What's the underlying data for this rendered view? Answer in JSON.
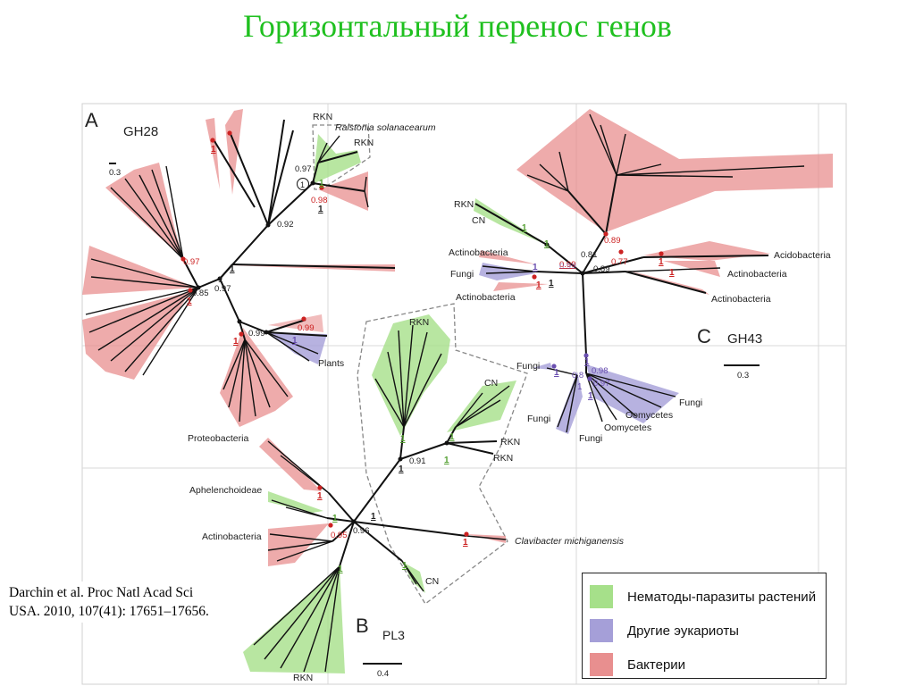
{
  "slide": {
    "title": "Горизонтальный перенос генов",
    "citation_line1": "Darchin et al. Proc Natl Acad Sci",
    "citation_line2": "USA. 2010, 107(41): 17651–17656."
  },
  "panels": {
    "a": {
      "letter": "A",
      "name": "GH28",
      "scale": "0.3"
    },
    "b": {
      "letter": "B",
      "name": "PL3",
      "scale": "0.4"
    },
    "c": {
      "letter": "C",
      "name": "GH43",
      "scale": "0.3"
    }
  },
  "labels": {
    "rkn": "RKN",
    "cn": "CN",
    "ralstonia": "Ralstonia solanacearum",
    "clavibacter": "Clavibacter michiganensis",
    "plants": "Plants",
    "proteobacteria": "Proteobacteria",
    "aphelenchoideae": "Aphelenchoideae",
    "actinobacteria": "Actinobacteria",
    "acidobacteria": "Acidobacteria",
    "fungi": "Fungi",
    "oomycetes": "Oomycetes"
  },
  "support_values": {
    "a_097_top": "0.97",
    "a_098": "0.98",
    "a_092": "0.92",
    "a_097_left": "0.97",
    "a_097_mid": "0.97",
    "a_085": "0.85",
    "a_099_black": "0.99",
    "a_099_red": "0.99",
    "a_1_circled": "1",
    "one": "1",
    "b_091": "0.91",
    "b_096": "0.96",
    "b_095": "0.95",
    "c_089_red": "0.89",
    "c_081": "0.81",
    "c_089": "0.89",
    "c_077": "0.77",
    "c_099": "0.99",
    "c_098": "0.98",
    "c_097": "0.97",
    "c_08": "0.8"
  },
  "legend": {
    "items": [
      {
        "label": "Нематоды-паразиты растений",
        "color": "#a6e08a"
      },
      {
        "label": "Другие эукариоты",
        "color": "#a59fd8"
      },
      {
        "label": "Бактерии",
        "color": "#e88f8f"
      }
    ]
  },
  "colors": {
    "title": "#1fc01f",
    "nematode_fill": "#a6e08a",
    "eukaryote_fill": "#a59fd8",
    "bacteria_fill": "#e88f8f",
    "red_text": "#cc2222",
    "green_text": "#55a033",
    "purple_text": "#6a4fb0"
  }
}
